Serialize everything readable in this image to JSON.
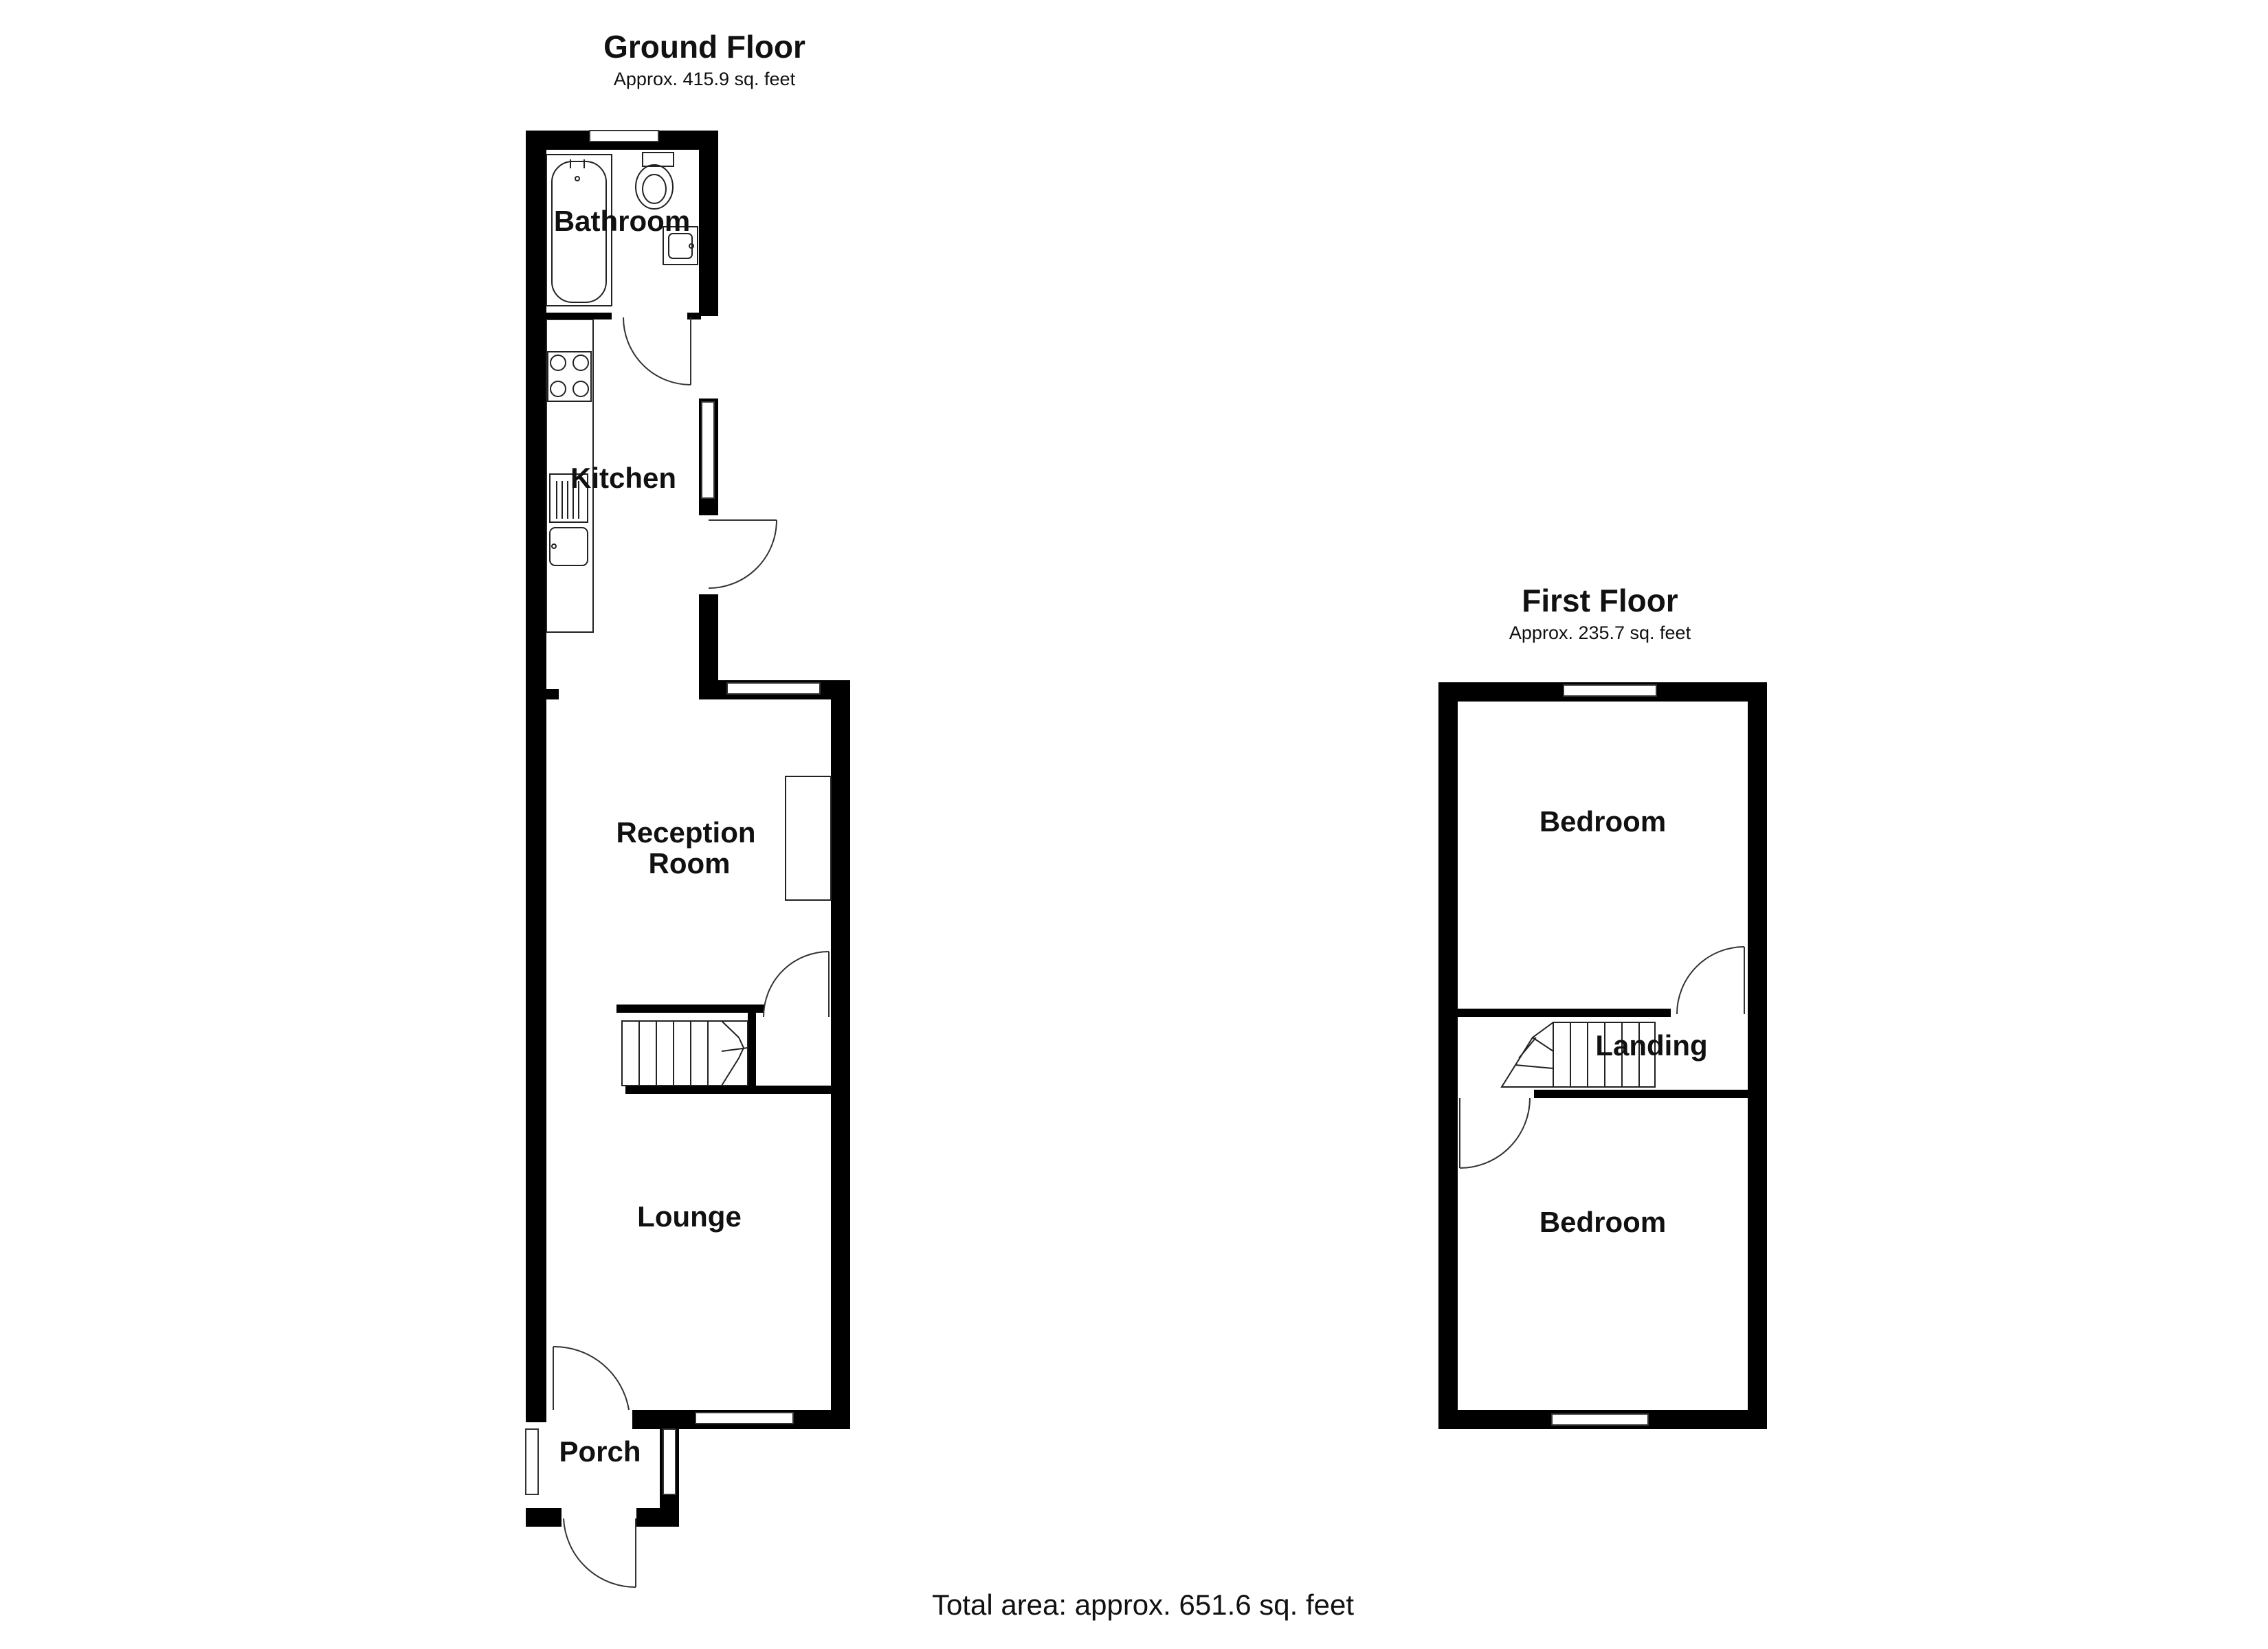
{
  "ground_floor": {
    "title": "Ground Floor",
    "area": "Approx. 415.9 sq. feet",
    "rooms": {
      "bathroom": "Bathroom",
      "kitchen": "Kitchen",
      "reception_line1": "Reception",
      "reception_line2": "Room",
      "lounge": "Lounge",
      "porch": "Porch"
    }
  },
  "first_floor": {
    "title": "First Floor",
    "area": "Approx. 235.7 sq. feet",
    "rooms": {
      "bedroom_rear": "Bedroom",
      "landing": "Landing",
      "bedroom_front": "Bedroom"
    }
  },
  "total_area": "Total area: approx. 651.6 sq. feet"
}
